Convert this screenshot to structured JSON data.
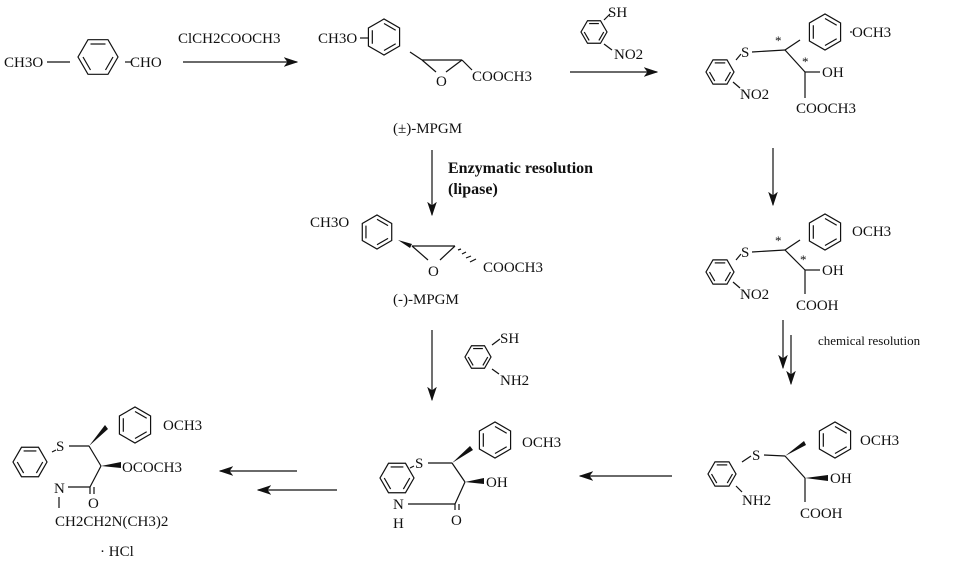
{
  "reagents": {
    "step1": "ClCH2COOCH3",
    "step2_sh": "SH",
    "step2_no2": "NO2",
    "step3_sh": "SH",
    "step3_nh2": "NH2"
  },
  "labels": {
    "racemic": "(±)-MPGM",
    "enantiomer": "(-)-MPGM",
    "enzymatic_1": "Enzymatic resolution",
    "enzymatic_2": "(lipase)",
    "chemical": "chemical resolution",
    "hcl": "· HCl"
  },
  "groups": {
    "ch3o": "CH3O",
    "cho": "CHO",
    "och3": "OCH3",
    "cooch3": "COOCH3",
    "cooh": "COOH",
    "oh": "OH",
    "o": "O",
    "s": "S",
    "n": "N",
    "h": "H",
    "no2": "NO2",
    "nh2": "NH2",
    "ococh3": "OCOCH3",
    "sidechain": "CH2CH2N(CH3)2",
    "star": "*"
  }
}
